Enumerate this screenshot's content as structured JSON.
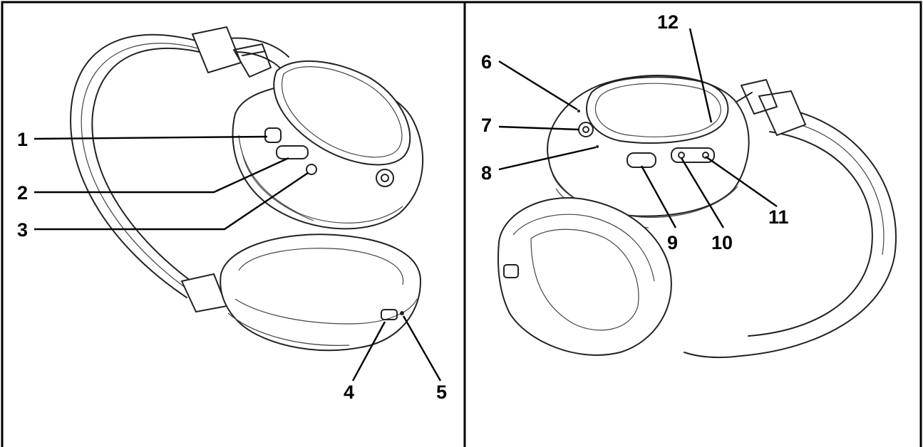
{
  "callouts": {
    "left": [
      "1",
      "2",
      "3",
      "4",
      "5"
    ],
    "right": [
      "6",
      "7",
      "8",
      "9",
      "10",
      "11",
      "12"
    ]
  }
}
